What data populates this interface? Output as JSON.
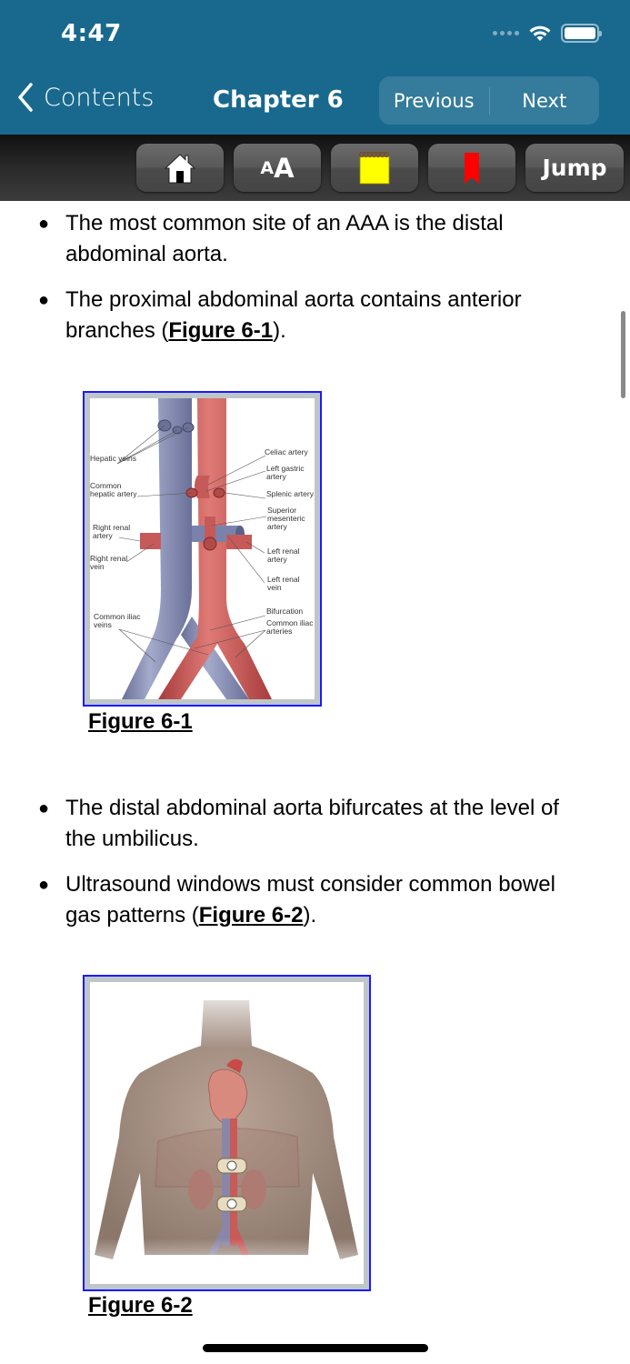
{
  "status_bar": {
    "time": "4:47",
    "icons": [
      "signal-dots-icon",
      "wifi-icon",
      "battery-icon"
    ]
  },
  "nav": {
    "back_label": "Contents",
    "back_icon": "chevron-left-icon",
    "title": "Chapter 6",
    "previous_label": "Previous",
    "next_label": "Next"
  },
  "toolbar": {
    "buttons": [
      {
        "name": "home",
        "icon": "house-icon"
      },
      {
        "name": "text-size",
        "icon": "text-size-icon",
        "small_label": "A",
        "big_label": "A"
      },
      {
        "name": "notes",
        "icon": "notepad-icon",
        "color": "#ffff00"
      },
      {
        "name": "bookmark",
        "icon": "bookmark-icon",
        "color": "#ff0000"
      },
      {
        "name": "jump",
        "label": "Jump"
      }
    ]
  },
  "content": {
    "bullets": [
      {
        "text": "The most common site of an AAA is the distal abdominal aorta."
      },
      {
        "text_before": "The proximal abdominal aorta contains anterior branches (",
        "link": "Figure 6-1",
        "text_after": ")."
      },
      {
        "text": "The distal abdominal aorta bifurcates at the level of the umbilicus."
      },
      {
        "text_before": "Ultrasound windows must consider common bowel gas patterns (",
        "link": "Figure 6-2",
        "text_after": ")."
      }
    ],
    "figures": [
      {
        "caption": "Figure 6-1",
        "labels_left": [
          "Hepatic veins",
          "Common hepatic artery",
          "Right renal artery",
          "Right renal vein",
          "Common iliac veins"
        ],
        "labels_right": [
          "Celiac artery",
          "Left gastric artery",
          "Splenic artery",
          "Superior mesenteric artery",
          "Left renal artery",
          "Left renal vein",
          "Bifurcation",
          "Common iliac arteries"
        ]
      },
      {
        "caption": "Figure 6-2"
      }
    ]
  },
  "colors": {
    "nav_bg": "#19698f",
    "figure_border": "#1a1aff",
    "vein": "#8a93b8",
    "artery": "#c85a58"
  }
}
